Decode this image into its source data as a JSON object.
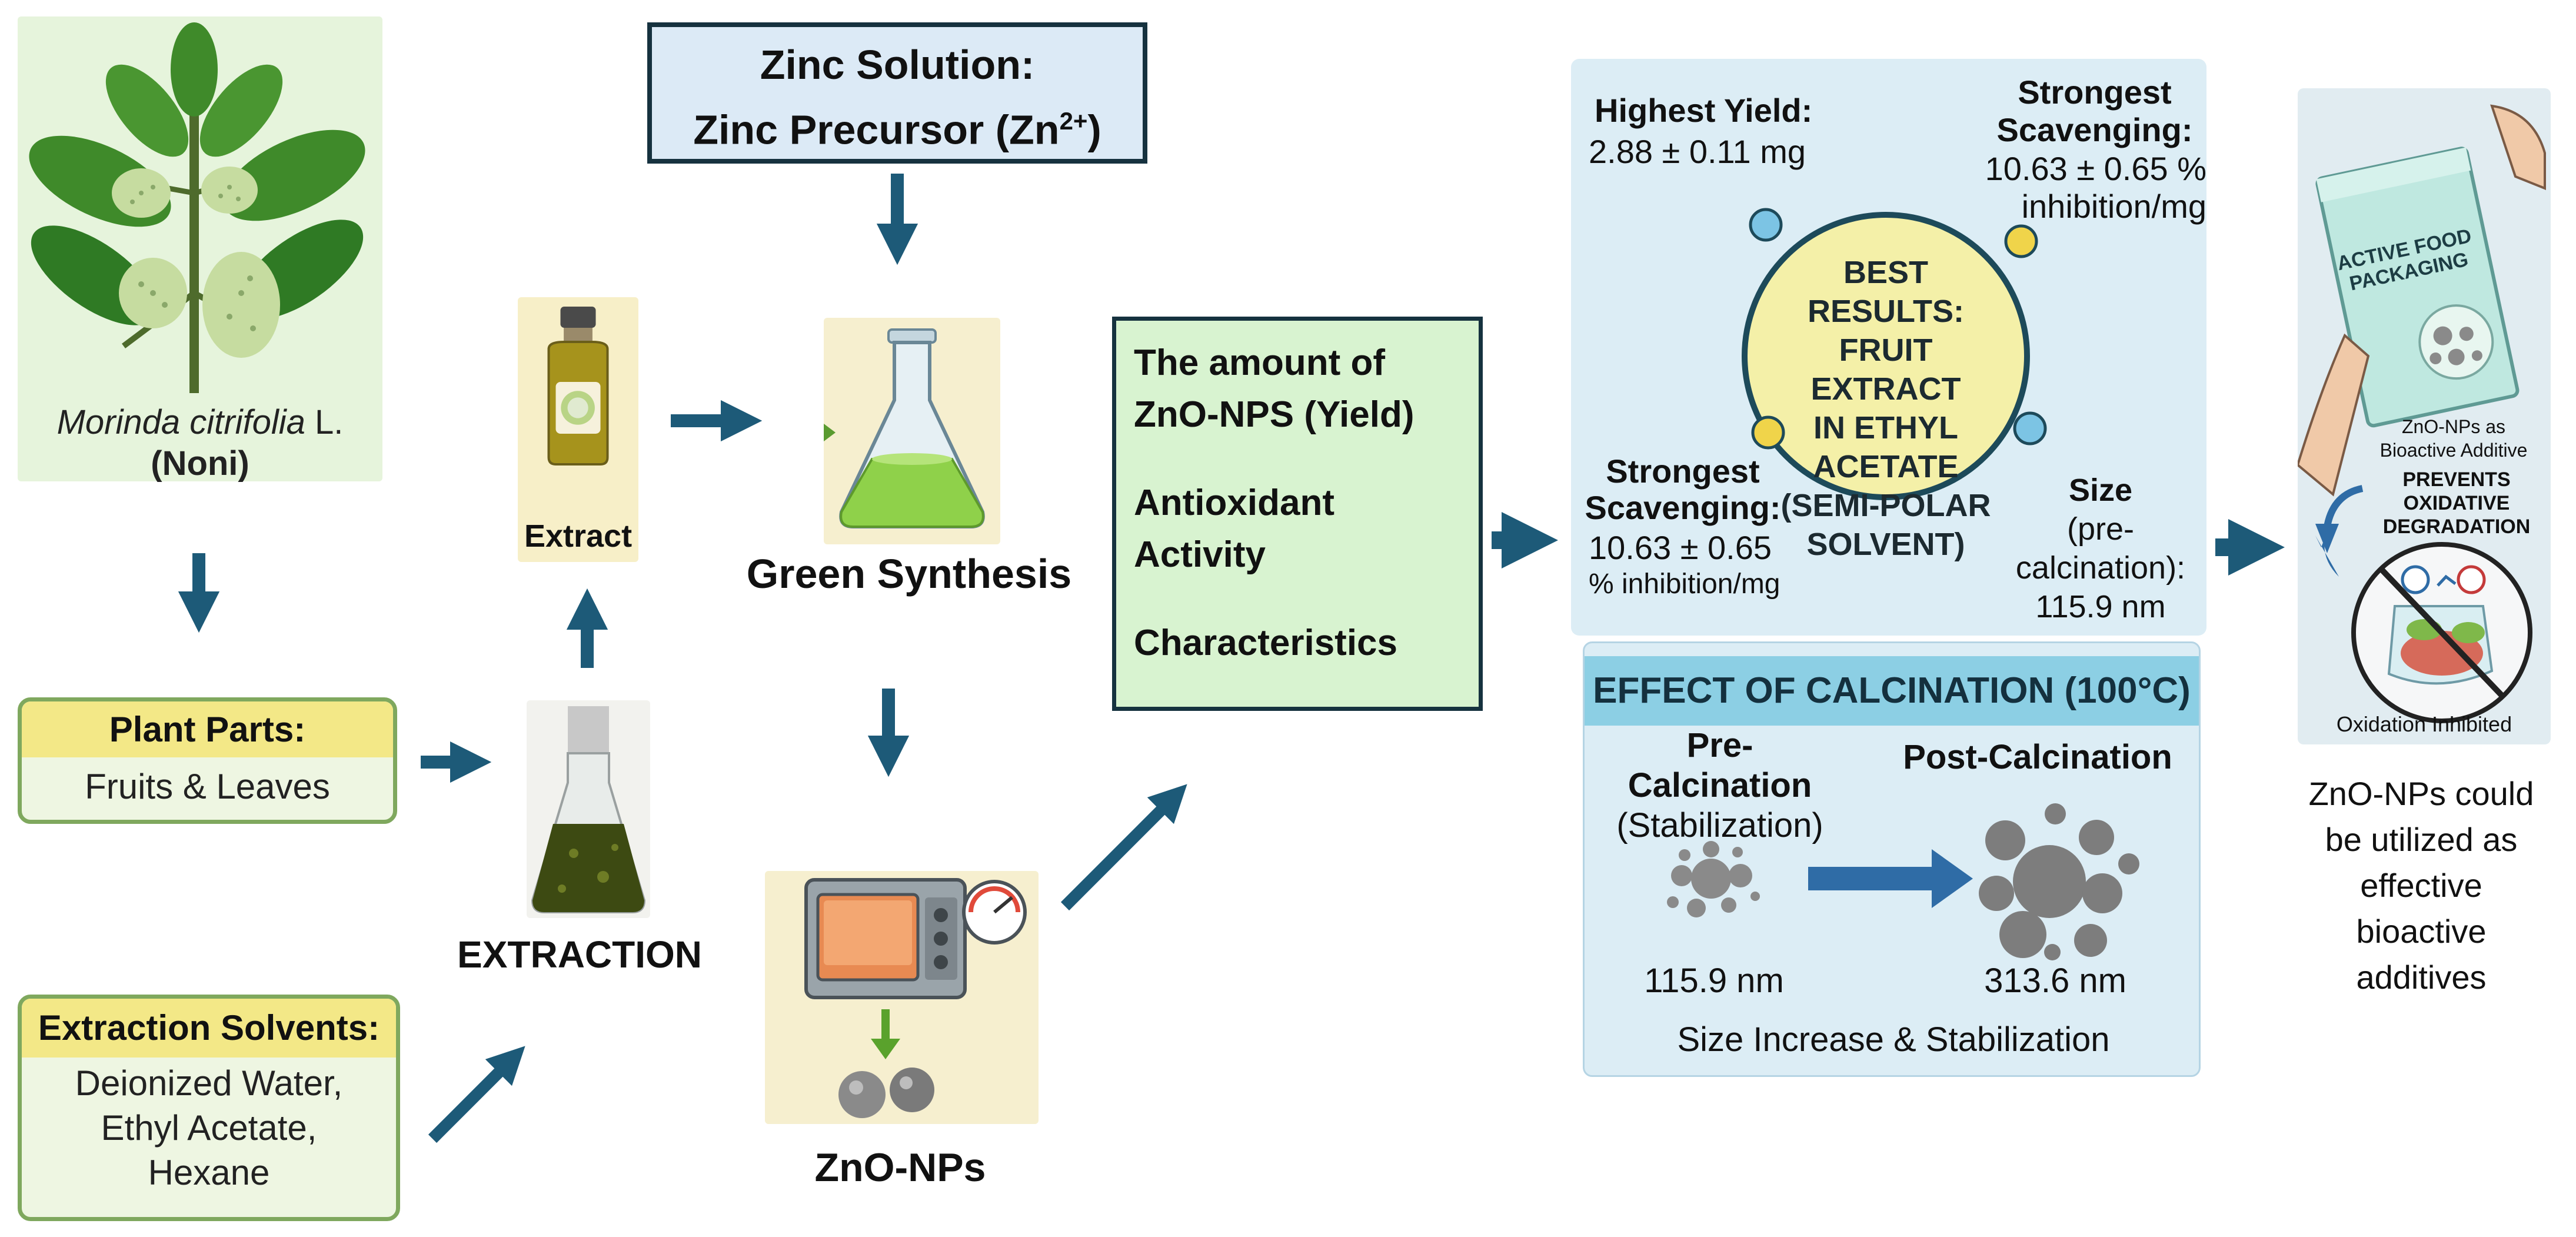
{
  "plant": {
    "species": "Morinda citrifolia",
    "authority": "L.",
    "common_name": "(Noni)"
  },
  "plant_parts": {
    "title": "Plant Parts:",
    "body": "Fruits & Leaves"
  },
  "solvents": {
    "title": "Extraction Solvents:",
    "lines": [
      "Deionized Water,",
      "Ethyl Acetate,",
      "Hexane"
    ]
  },
  "extract_label": "Extract",
  "extraction_label": "EXTRACTION",
  "zinc": {
    "line1": "Zinc Solution:",
    "line2_prefix": "Zinc Precursor (Zn",
    "line2_sup": "2+",
    "line2_suffix": ")"
  },
  "green_synthesis_label": "Green Synthesis",
  "zno_label": "ZnO-NPs",
  "measures": {
    "yield_line1": "The amount of",
    "yield_line2": "ZnO-NPS (Yield)",
    "antiox_line1": "Antioxidant",
    "antiox_line2": "Activity",
    "characteristics": "Characteristics"
  },
  "results": {
    "highest_yield_title": "Highest Yield:",
    "highest_yield_value": "2.88 ± 0.11 mg",
    "strongest_tr_title_1": "Strongest",
    "strongest_tr_title_2": "Scavenging:",
    "strongest_tr_value_1": "10.63 ± 0.65 %",
    "strongest_tr_value_2": "inhibition/mg",
    "best_lines": [
      "BEST RESULTS:",
      "FRUIT EXTRACT",
      "IN ETHYL ACETATE",
      "(SEMI-POLAR",
      "SOLVENT)"
    ],
    "strongest_bl_title_1": "Strongest",
    "strongest_bl_title_2": "Scavenging:",
    "strongest_bl_value_1": "10.63 ± 0.65",
    "strongest_bl_value_2": "% inhibition/mg",
    "size_title": "Size",
    "size_note": "(pre-calcination):",
    "size_value": "115.9 nm"
  },
  "calcination": {
    "title": "EFFECT OF CALCINATION (100°C)",
    "pre_title": "Pre-Calcination",
    "pre_note": "(Stabilization)",
    "post_title": "Post-Calcination",
    "pre_size": "115.9 nm",
    "post_size": "313.6 nm",
    "footer": "Size Increase & Stabilization"
  },
  "packaging": {
    "bag_text_1": "ACTIVE FOOD",
    "bag_text_2": "PACKAGING",
    "additive_1": "ZnO-NPs as",
    "additive_2": "Bioactive Additive",
    "prevents_1": "PREVENTS",
    "prevents_2": "OXIDATIVE",
    "prevents_3": "DEGRADATION",
    "inhibited": "Oxidation Inhibited"
  },
  "conclusion_lines": [
    "ZnO-NPs could",
    "be utilized as",
    "effective",
    "bioactive",
    "additives"
  ],
  "colors": {
    "arrow": "#1d5a78",
    "box_border": "#16323f",
    "green_box": "#d8f3d0",
    "zinc_box": "#dceaf6",
    "results_bg": "#dcedf5",
    "beige_header": "#f3e887",
    "calc_header": "#8ccfe4"
  }
}
